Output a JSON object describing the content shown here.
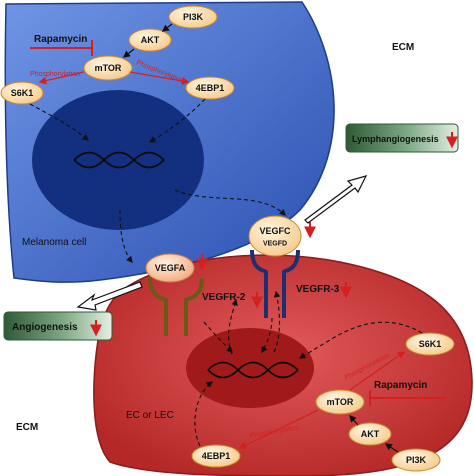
{
  "cell_top": {
    "name": "Melanoma cell",
    "nodes": {
      "pi3k": "PI3K",
      "akt": "AKT",
      "mtor": "mTOR",
      "s6k1": "S6K1",
      "4ebp1": "4EBP1"
    },
    "inhibitor": "Rapamycin",
    "phos_left": "Phosphorylation",
    "phos_right": "Phosphorylation"
  },
  "cell_bottom": {
    "name": "EC or LEC",
    "nodes": {
      "pi3k": "PI3K",
      "akt": "AKT",
      "mtor": "mTOR",
      "s6k1": "S6K1",
      "4ebp1": "4EBP1"
    },
    "inhibitor": "Rapamycin",
    "phos_upper": "Phosphorylation",
    "phos_lower": "Phosphorylation"
  },
  "ecm_top": "ECM",
  "ecm_bottom": "ECM",
  "ligands": {
    "vegfa": "VEGFA",
    "vegfc": "VEGFC",
    "vegfd": "VEGFD"
  },
  "receptors": {
    "vegfr2": "VEGFR-2",
    "vegfr3": "VEGFR-3"
  },
  "outcomes": {
    "lymphangiogenesis": "Lymphangiogenesis",
    "angiogenesis": "Angiogenesis"
  },
  "colors": {
    "melanoma": "#3a64c8",
    "nucleus_top": "#0f2f80",
    "ec_cell": "#c83838",
    "nucleus_bottom": "#a01c1c",
    "node_fill": "#fbe3b5",
    "node_stroke": "#c98a2a",
    "inhibit": "#d62020",
    "outcome_box": "#3f6e46",
    "receptor_vegfr2": "#6a5a16",
    "receptor_vegfr3": "#1c2f6e"
  }
}
